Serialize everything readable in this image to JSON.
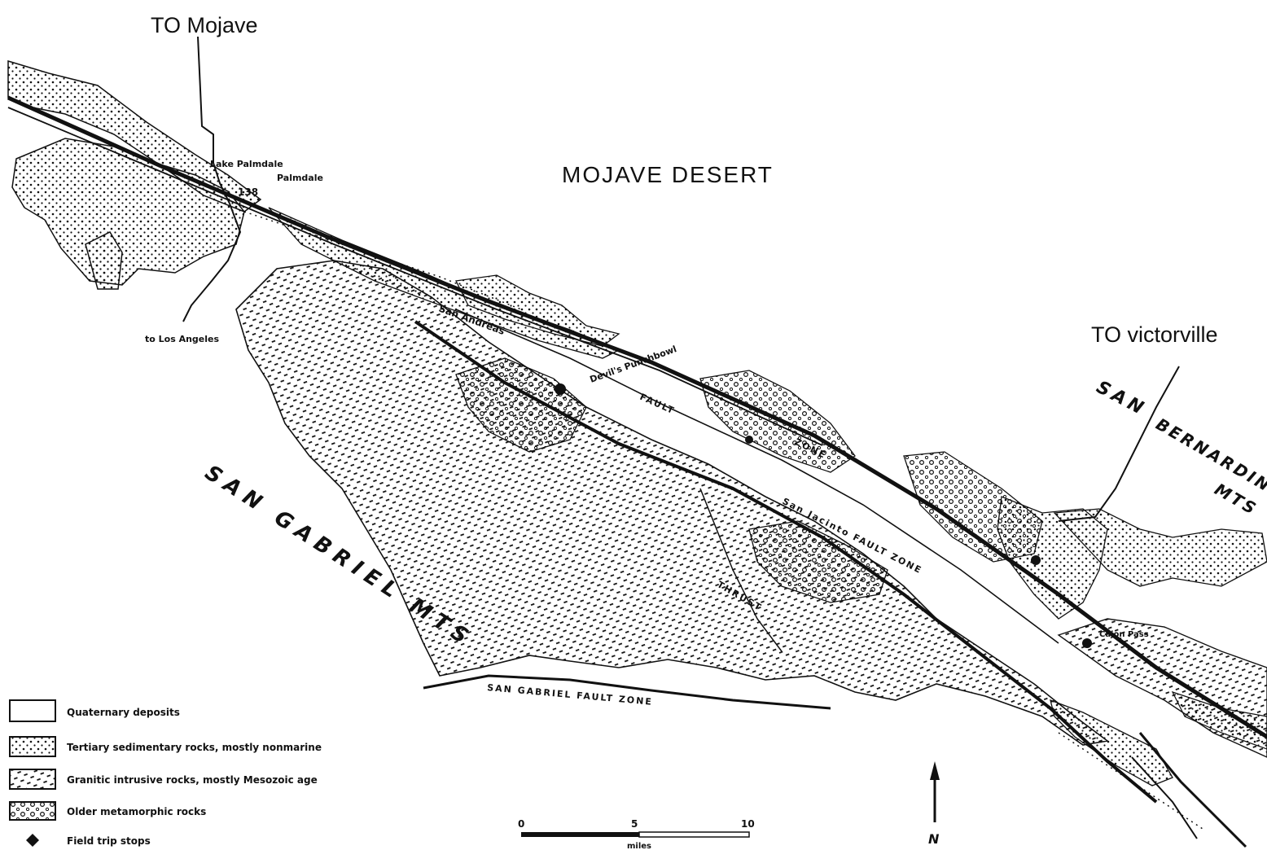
{
  "labels": {
    "to_mojave": "TO Mojave",
    "mojave_desert": "MOJAVE DESERT",
    "to_victorville": "TO victorville",
    "san_gabriel_mts": "SAN GABRIEL MTS",
    "san": "SAN",
    "bernardino": "BERNARDINO",
    "mts": "MTS",
    "lake_palmdale": "Lake Palmdale",
    "palmdale": "Palmdale",
    "to_los_angeles": "to Los Angeles",
    "devils_punchbowl": "Devil's Punchbowl",
    "san_andreas": "San Andreas",
    "fault": "FAULT",
    "zone": "ZONE",
    "san_jacinto_fault_zone": "San Jacinto FAULT ZONE",
    "thrust": "THRUST",
    "cajon_pass": "Cajon Pass",
    "san_gabriel_fault_zone": "SAN GABRIEL FAULT ZONE",
    "north": "N",
    "road_138": "138"
  },
  "legend": [
    {
      "label": "Quaternary deposits",
      "pattern": "blank"
    },
    {
      "label": "Tertiary sedimentary rocks, mostly nonmarine",
      "pattern": "dots"
    },
    {
      "label": "Granitic intrusive rocks, mostly Mesozoic age",
      "pattern": "dashes"
    },
    {
      "label": "Older metamorphic rocks",
      "pattern": "circles"
    },
    {
      "label": "Field trip stops",
      "pattern": "marker"
    }
  ],
  "scale": {
    "ticks": [
      "0",
      "5",
      "10"
    ],
    "unit": "miles"
  },
  "colors": {
    "ink": "#111111",
    "paper": "#ffffff"
  }
}
